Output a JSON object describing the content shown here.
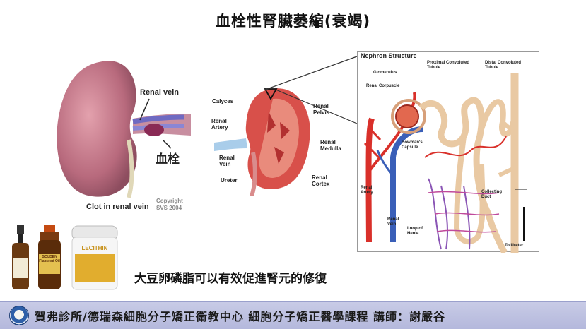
{
  "title": "血栓性腎臟萎縮(衰竭)",
  "kidney_clot": {
    "label_renal_vein": "Renal vein",
    "label_clot_zh": "血栓",
    "caption": "Clot in renal vein",
    "copyright_line1": "Copyright",
    "copyright_line2": "SVS 2004"
  },
  "kidney_section": {
    "calyces": "Calyces",
    "renal_artery": "Renal\nArtery",
    "renal_vein": "Renal\nVein",
    "ureter": "Ureter",
    "renal_pelvis": "Renal\nPelvis",
    "renal_medulla": "Renal\nMedulla",
    "renal_cortex": "Renal\nCortex"
  },
  "nephron": {
    "title": "Nephron Structure",
    "glomerulus": "Glomerulus",
    "renal_corpuscle": "Renal Corpuscle",
    "proximal": "Proximal Convoluted\nTubule",
    "distal": "Distal Convoluted\nTubule",
    "bowmans": "Bowman's\nCapsule",
    "renal_artery": "Renal\nArtery",
    "renal_vein": "Renal\nVein",
    "loop": "Loop of\nHenle",
    "collecting": "Collecting\nDuct",
    "to_ureter": "To Ureter"
  },
  "products": {
    "bottle_label": "GOLDEN\nFlaxseed Oil",
    "jar_label": "LECITHIN"
  },
  "caption_zh": "大豆卵磷脂可以有效促進腎元的修復",
  "footer": "賀弗診所/德瑞森細胞分子矯正衛教中心  細胞分子矯正醫學課程  講師：謝嚴谷",
  "colors": {
    "footer_bg": "#c0c3e2",
    "artery": "#d9302a",
    "vein": "#3a5fb8",
    "tubule": "#e9c9a3"
  }
}
